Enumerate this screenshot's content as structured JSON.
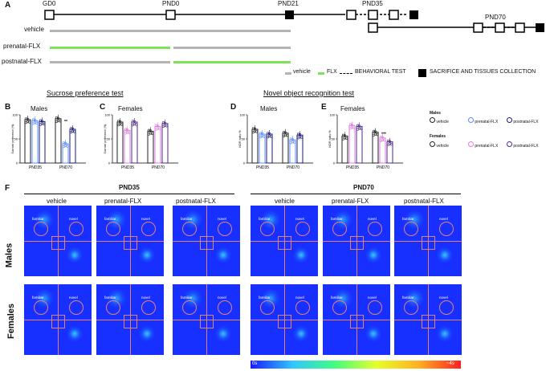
{
  "panel_letters": {
    "A": "A",
    "B": "B",
    "C": "C",
    "D": "D",
    "E": "E",
    "F": "F"
  },
  "timeline": {
    "labels": [
      "GD0",
      "PND0",
      "PND21",
      "PND35",
      "PND70"
    ],
    "rows": [
      "vehicle",
      "prenatal-FLX",
      "postnatal-FLX"
    ]
  },
  "legend_a": {
    "vehicle": "vehicle",
    "flx": "FLX",
    "behavioral": "BEHAVIORAL TEST",
    "sacrifice": "SACRIFICE AND TISSUES COLLECTION"
  },
  "section_titles": {
    "sucrose": "Sucrose preference test",
    "nor": "Novel object recognition test"
  },
  "charts": {
    "B": {
      "title": "Males",
      "ylabel": "Sucrose preference (%)",
      "x": [
        "PND35",
        "PND70"
      ],
      "sig": "**"
    },
    "C": {
      "title": "Females",
      "ylabel": "Sucrose preference (%)",
      "x": [
        "PND35",
        "PND70"
      ]
    },
    "D": {
      "title": "Males",
      "ylabel": "NOR index %",
      "x": [
        "PND35",
        "PND70"
      ]
    },
    "E": {
      "title": "Females",
      "ylabel": "NOR index %",
      "x": [
        "PND35",
        "PND70"
      ],
      "sig": "***"
    }
  },
  "chart_data": [
    {
      "type": "bar",
      "title": "Males",
      "ylabel": "Sucrose preference (%)",
      "categories": [
        "PND35",
        "PND70"
      ],
      "ylim": [
        0,
        100
      ],
      "series": [
        {
          "name": "vehicle",
          "values": [
            90,
            92
          ]
        },
        {
          "name": "prenatal-FLX",
          "values": [
            88,
            40
          ]
        },
        {
          "name": "postnatal-FLX",
          "values": [
            86,
            70
          ]
        }
      ]
    },
    {
      "type": "bar",
      "title": "Females",
      "ylabel": "Sucrose preference (%)",
      "categories": [
        "PND35",
        "PND70"
      ],
      "ylim": [
        0,
        100
      ],
      "series": [
        {
          "name": "vehicle",
          "values": [
            85,
            66
          ]
        },
        {
          "name": "prenatal-FLX",
          "values": [
            68,
            76
          ]
        },
        {
          "name": "postnatal-FLX",
          "values": [
            85,
            82
          ]
        }
      ]
    },
    {
      "type": "bar",
      "title": "Males",
      "ylabel": "NOR index %",
      "categories": [
        "PND35",
        "PND70"
      ],
      "ylim": [
        0,
        100
      ],
      "series": [
        {
          "name": "vehicle",
          "values": [
            70,
            62
          ]
        },
        {
          "name": "prenatal-FLX",
          "values": [
            60,
            48
          ]
        },
        {
          "name": "postnatal-FLX",
          "values": [
            60,
            58
          ]
        }
      ]
    },
    {
      "type": "bar",
      "title": "Females",
      "ylabel": "NOR index %",
      "categories": [
        "PND35",
        "PND70"
      ],
      "ylim": [
        0,
        100
      ],
      "series": [
        {
          "name": "vehicle",
          "values": [
            56,
            64
          ]
        },
        {
          "name": "prenatal-FLX",
          "values": [
            78,
            52
          ]
        },
        {
          "name": "postnatal-FLX",
          "values": [
            76,
            44
          ]
        }
      ]
    }
  ],
  "legend_right": {
    "males": "Males",
    "females": "Females",
    "vehicle": "vehicle",
    "prenatal": "prenatal-FLX",
    "postnatal": "postnatal-FLX"
  },
  "heatmaps": {
    "pnd35": "PND35",
    "pnd70": "PND70",
    "cols": [
      "vehicle",
      "prenatal-FLX",
      "postnatal-FLX",
      "vehicle",
      "prenatal-FLX",
      "postnatal-FLX"
    ],
    "rows": [
      "Males",
      "Females"
    ],
    "familiar": "familiar",
    "novel": "novel",
    "scale_min": "0s",
    "scale_max": "~4s"
  },
  "colors": {
    "gray": "#b3b3b3",
    "green": "#7ee35a",
    "vehicle": "#222",
    "prenatal_m": "#5a8cff",
    "postnatal_m": "#1a1a7a",
    "prenatal_f": "#e07be0",
    "postnatal_f": "#4b2a8a"
  }
}
